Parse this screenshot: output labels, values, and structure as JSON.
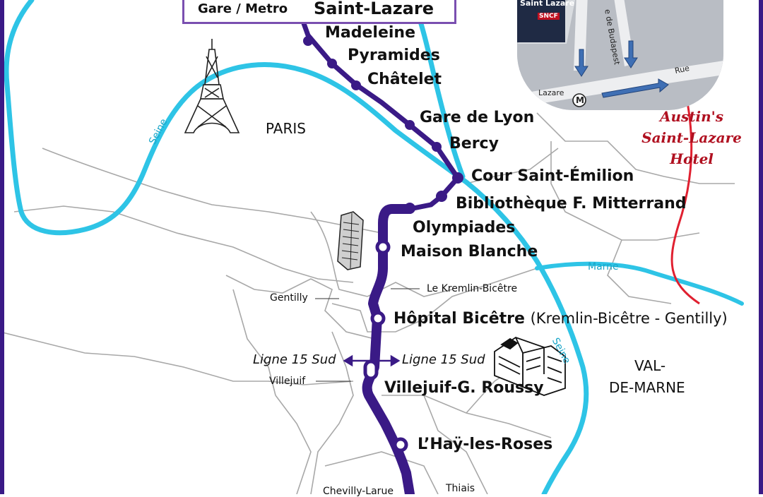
{
  "legend": {
    "left_text": "Gare / Metro",
    "right_text": "Saint-Lazare"
  },
  "areas": [
    {
      "id": "paris",
      "label": "PARIS"
    },
    {
      "id": "val-de-marne-1",
      "label": "VAL-"
    },
    {
      "id": "val-de-marne-2",
      "label": "DE-MARNE"
    }
  ],
  "rivers": [
    {
      "id": "seine-west",
      "label": "Seine"
    },
    {
      "id": "marne",
      "label": "Marne"
    },
    {
      "id": "seine-south",
      "label": "Seine"
    }
  ],
  "stations": [
    {
      "id": "madeleine",
      "label": "Madeleine"
    },
    {
      "id": "pyramides",
      "label": "Pyramides"
    },
    {
      "id": "chatelet",
      "label": "Châtelet"
    },
    {
      "id": "gare-de-lyon",
      "label": "Gare de Lyon"
    },
    {
      "id": "bercy",
      "label": "Bercy"
    },
    {
      "id": "cour-saint-emilion",
      "label": "Cour Saint-Émilion"
    },
    {
      "id": "bibliotheque",
      "label": "Bibliothèque F. Mitterrand"
    },
    {
      "id": "olympiades",
      "label": "Olympiades"
    },
    {
      "id": "maison-blanche",
      "label": "Maison Blanche"
    },
    {
      "id": "hopital-bicetre",
      "label": "Hôpital Bicêtre",
      "sub": "(Kremlin-Bicêtre - Gentilly)"
    },
    {
      "id": "villejuif-roussy",
      "label": "Villejuif-G. Roussy"
    },
    {
      "id": "lhay-les-roses",
      "label": "L’Haÿ-les-Roses"
    }
  ],
  "towns": [
    {
      "id": "gentilly",
      "label": "Gentilly"
    },
    {
      "id": "kremlin-bicetre",
      "label": "Le Kremlin-Bicêtre"
    },
    {
      "id": "villejuif",
      "label": "Villejuif"
    },
    {
      "id": "chevilly-larue",
      "label": "Chevilly-Larue"
    },
    {
      "id": "thiais",
      "label": "Thiais"
    }
  ],
  "connections": {
    "left": "Ligne 15 Sud",
    "right": "Ligne 15 Sud"
  },
  "inset": {
    "station_label": "Saint Lazare",
    "brand": "SNCF",
    "street_left": "Lazare",
    "street_budapest": "e de Budapest",
    "street_rue": "Rue",
    "metro_symbol": "M"
  },
  "hotel": {
    "line1": "Austin's",
    "line2": "Saint-Lazare",
    "line3": "Hotel"
  },
  "colors": {
    "line": "#3a1a86",
    "river": "#2ec4e6",
    "hotel": "#b01020",
    "legend_border": "#7a4fb0",
    "boundaries": "#a8a8a8"
  }
}
